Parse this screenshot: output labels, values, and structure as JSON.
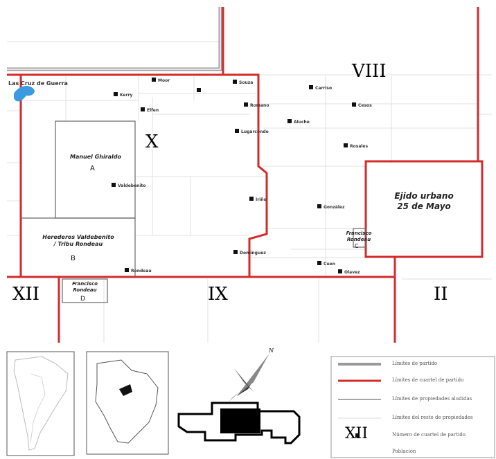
{
  "quarters": {
    "VIII": "VIII",
    "X": "X",
    "IX": "IX",
    "XII": "XII",
    "II": "II"
  },
  "places": {
    "laguna": "Las Cruz de Guerra",
    "populations": [
      "Moor",
      "Souza",
      "Kerry",
      "Romano",
      "Elfen",
      "Lugarcondo",
      "Valdebenito",
      "Iriño",
      "Dominguez",
      "Rondeau",
      "Carriso",
      "Cesos",
      "Aluche",
      "Rosales",
      "González",
      "Cuen",
      "Olavez"
    ]
  },
  "properties": {
    "a_name": "Manuel Ghiraldo",
    "a_letter": "A",
    "b_name_line1": "Herederos Valdebenito",
    "b_name_line2": "/ Tribu Rondeau",
    "b_letter": "B",
    "c_name_line1": "Francisco",
    "c_name_line2": "Rondeau",
    "c_letter": "C",
    "d_name_line1": "Francisco",
    "d_name_line2": "Rondeau",
    "d_letter": "D",
    "ejido_line1": "Ejido urbano",
    "ejido_line2": "25 de Mayo"
  },
  "compass": {
    "north": "N"
  },
  "legend": {
    "items": [
      {
        "label": "Límites de partido",
        "type": "partido-limit",
        "color": "#999999"
      },
      {
        "label": "Límites de cuartel de partido",
        "type": "cuartel-limit",
        "color": "#d42a2a"
      },
      {
        "label": "Límites de propiedades aludidas",
        "type": "property-limit",
        "color": "#888888"
      },
      {
        "label": "Límites del resto de propiedades",
        "type": "other-property-limit",
        "color": "#dddddd"
      },
      {
        "label": "Número de cuartel de partido",
        "type": "cuartel-number",
        "symbol": "XII"
      },
      {
        "label": "Población",
        "type": "population",
        "symbol": "square"
      }
    ]
  },
  "colors": {
    "cuartel": "#d42a2a",
    "partido": "#999999",
    "water": "#3b9ae0"
  }
}
